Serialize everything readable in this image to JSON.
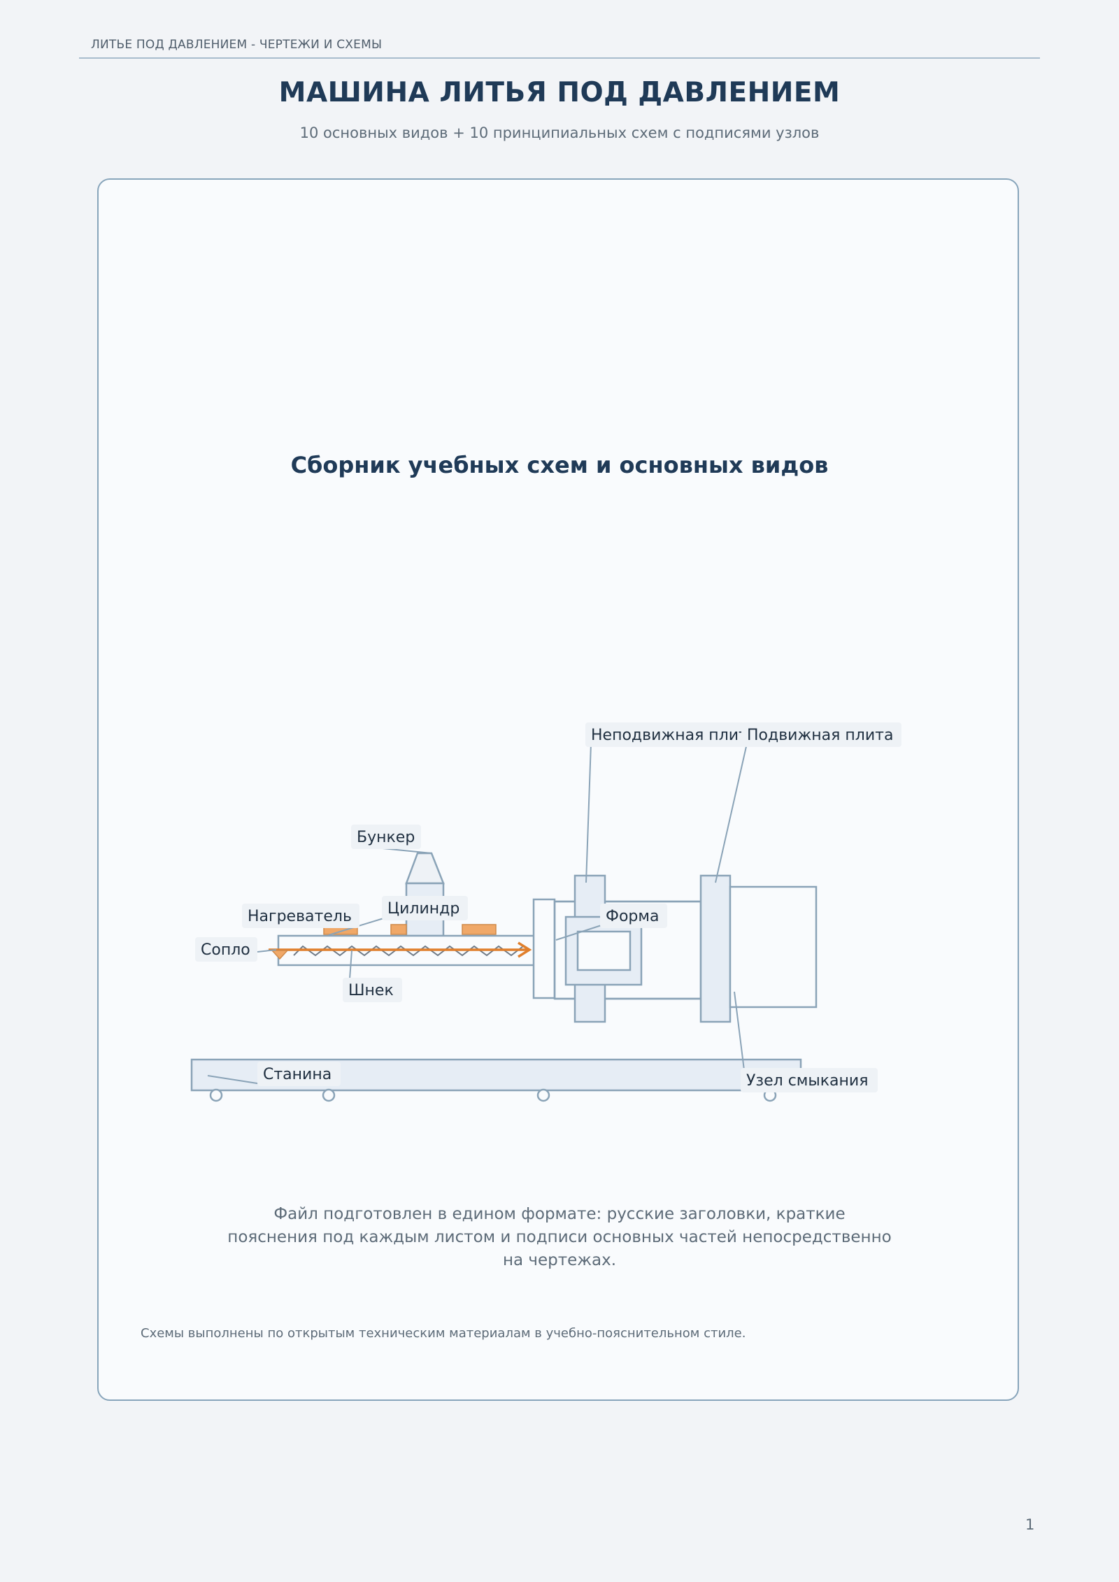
{
  "header": {
    "running_title": "ЛИТЬЕ ПОД ДАВЛЕНИЕМ - ЧЕРТЕЖИ И СХЕМЫ",
    "title": "МАШИНА ЛИТЬЯ ПОД ДАВЛЕНИЕМ",
    "subtitle": "10 основных видов + 10 принципиальных схем с подписями узлов"
  },
  "card": {
    "title": "Сборник учебных схем и основных видов",
    "note_lines": [
      "Файл подготовлен в едином формате: русские заголовки, краткие",
      "пояснения под каждым листом и подписи основных частей непосредственно",
      "на чертежах."
    ],
    "footnote": "Схемы выполнены по открытым техническим материалам в учебно-пояснительном стиле."
  },
  "diagram": {
    "labels": {
      "fixed_platen": "Неподвижная плита",
      "moving_platen": "Подвижная плита",
      "hopper": "Бункер",
      "cylinder": "Цилиндр",
      "heater": "Нагреватель",
      "mold": "Форма",
      "nozzle": "Сопло",
      "screw": "Шнек",
      "bed": "Станина",
      "clamping_unit": "Узел смыкания"
    },
    "colors": {
      "line": "#8aa3b7",
      "fill": "#e6edf5",
      "accent": "#e07f2c",
      "heater": "#f0a868"
    }
  },
  "footer": {
    "page_number": "1"
  }
}
